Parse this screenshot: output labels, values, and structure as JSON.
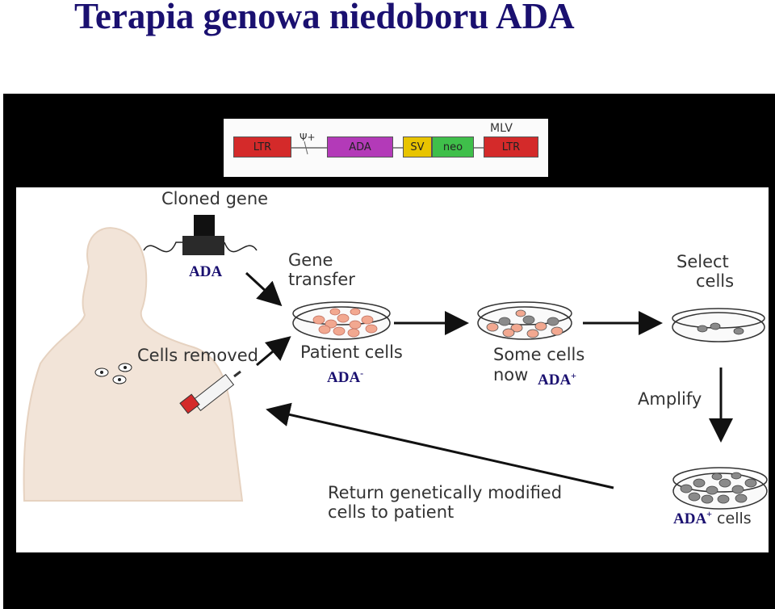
{
  "slide": {
    "title": "Terapia genowa niedoboru ADA"
  },
  "vector": {
    "ltr_left": "LTR",
    "psi": "Ψ+",
    "ada": "ADA",
    "sv": "SV",
    "neo": "neo",
    "mlv": "MLV",
    "ltr_right": "LTR"
  },
  "diagram": {
    "cloned_gene": "Cloned gene",
    "ada_gene": "ADA",
    "gene_transfer_1": "Gene",
    "gene_transfer_2": "transfer",
    "cells_removed": "Cells removed",
    "patient_cells": "Patient cells",
    "ada_minus": "ADA",
    "ada_minus_sup": "-",
    "some_cells": "Some cells",
    "now": "now",
    "ada_plus": "ADA",
    "ada_plus_sup": "+",
    "select_1": "Select",
    "select_2": "cells",
    "amplify": "Amplify",
    "return_1": "Return genetically modified",
    "return_2": "cells to patient",
    "ada_plus_cells": "ADA",
    "ada_plus_cells_sup": "+",
    "ada_plus_cells_suffix": " cells"
  },
  "colors": {
    "title": "#1a1070",
    "ltr": "#d42a2a",
    "ada_segment": "#b33ab8",
    "sv": "#e8c400",
    "neo": "#3fbf4a",
    "cell_pink": "#f2a890",
    "cell_grey": "#8a8a8a",
    "skin": "#f2e4d8"
  }
}
